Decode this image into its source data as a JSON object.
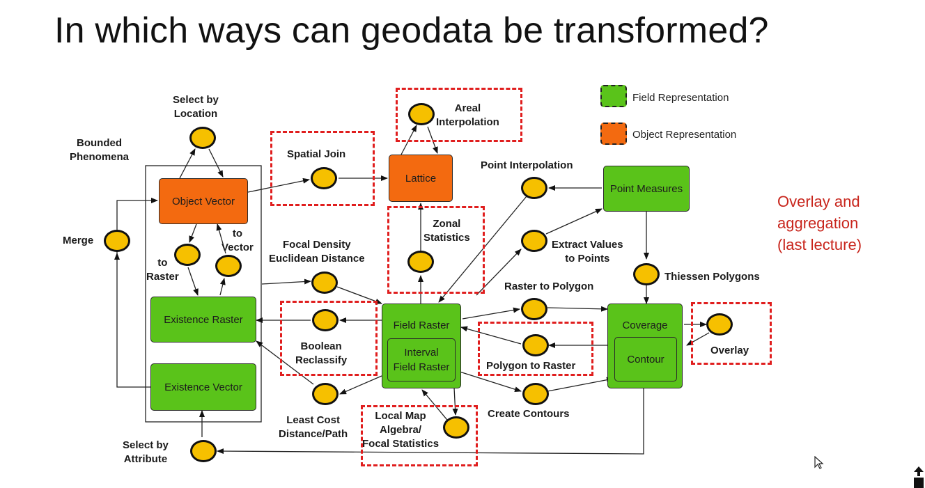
{
  "title": "In which ways can geodata be transformed?",
  "legend": {
    "field": "Field Representation",
    "object": "Object Representation"
  },
  "note": "Overlay and\naggregation\n(last lecture)",
  "nodes": {
    "object_vector": "Object Vector",
    "existence_raster": "Existence Raster",
    "existence_vector": "Existence Vector",
    "lattice": "Lattice",
    "point_measures": "Point Measures",
    "field_raster": "Field Raster",
    "interval_field_raster": "Interval\nField Raster",
    "coverage": "Coverage",
    "contour": "Contour"
  },
  "labels": {
    "select_by_location": "Select by\nLocation",
    "bounded_phenomena": "Bounded\nPhenomena",
    "merge": "Merge",
    "to_vector": "to\nVector",
    "to_raster": "to\nRaster",
    "spatial_join": "Spatial Join",
    "areal_interpolation": "Areal\nInterpolation",
    "point_interpolation": "Point Interpolation",
    "zonal_statistics": "Zonal\nStatistics",
    "focal_density": "Focal Density\nEuclidean Distance",
    "extract_values": "Extract Values\nto Points",
    "thiessen_polygons": "Thiessen Polygons",
    "raster_to_polygon": "Raster to Polygon",
    "boolean_reclassify": "Boolean\nReclassify",
    "polygon_to_raster": "Polygon to Raster",
    "overlay": "Overlay",
    "least_cost": "Least Cost\nDistance/Path",
    "local_map_algebra": "Local Map\nAlgebra/\nFocal Statistics",
    "create_contours": "Create Contours",
    "select_by_attribute": "Select by\nAttribute"
  },
  "colors": {
    "field": "#5ac31a",
    "object": "#f36a10",
    "operation": "#f6c000",
    "highlight": "#e01e1e",
    "note": "#c8251c"
  }
}
